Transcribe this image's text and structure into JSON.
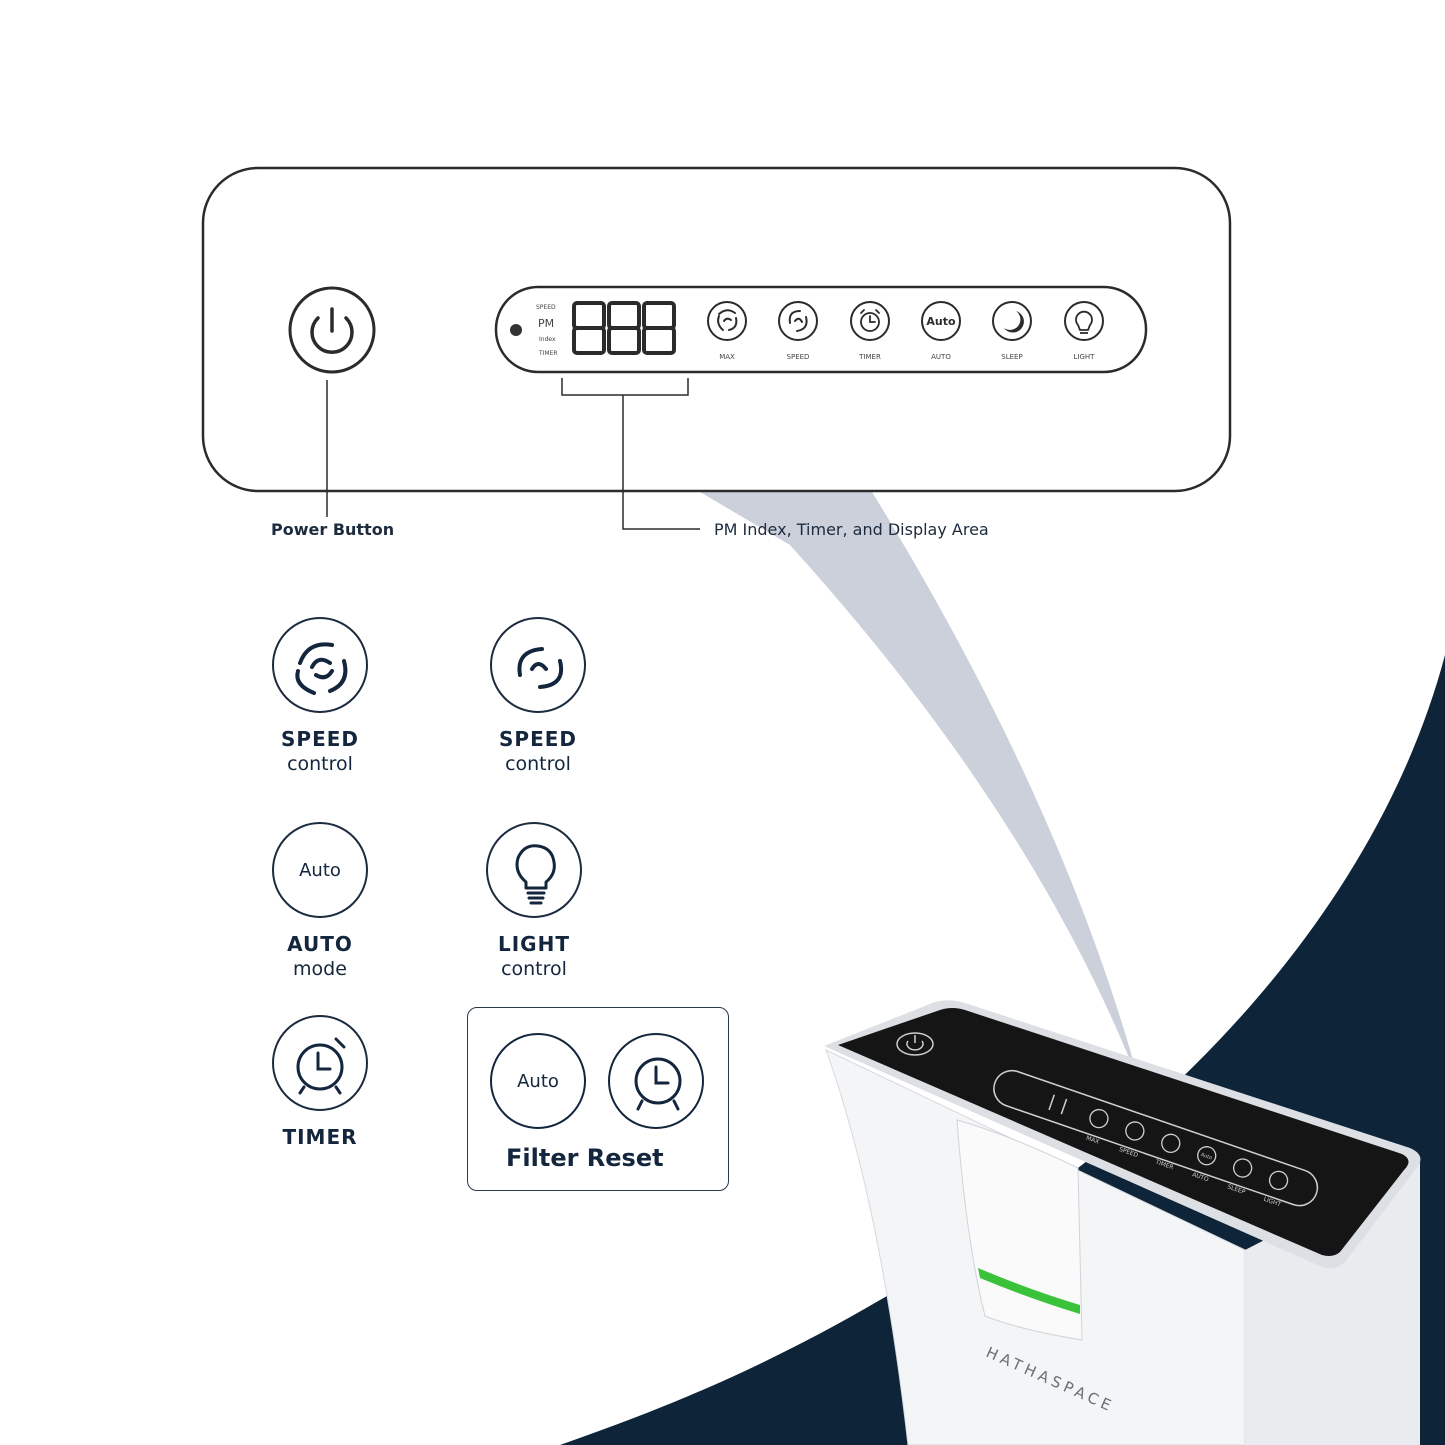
{
  "panel": {
    "indicator_labels": [
      "SPEED",
      "PM",
      "Index",
      "TIMER"
    ],
    "display_digits": "888",
    "buttons": [
      {
        "label": "MAX",
        "icon": "fan-max-icon"
      },
      {
        "label": "SPEED",
        "icon": "fan-speed-icon"
      },
      {
        "label": "TIMER",
        "icon": "alarm-clock-icon"
      },
      {
        "label": "AUTO",
        "icon": "auto-icon",
        "icon_text": "Auto"
      },
      {
        "label": "SLEEP",
        "icon": "moon-icon"
      },
      {
        "label": "LIGHT",
        "icon": "bulb-icon"
      }
    ]
  },
  "callouts": {
    "power": "Power Button",
    "display": "PM Index, Timer, and Display Area"
  },
  "features": [
    {
      "title": "SPEED",
      "subtitle": "control",
      "icon": "fan-max-icon"
    },
    {
      "title": "SPEED",
      "subtitle": "control",
      "icon": "fan-speed-icon"
    },
    {
      "title": "AUTO",
      "subtitle": "mode",
      "icon": "auto-icon",
      "icon_text": "Auto"
    },
    {
      "title": "LIGHT",
      "subtitle": "control",
      "icon": "bulb-icon"
    },
    {
      "title": "TIMER",
      "subtitle": "",
      "icon": "alarm-clock-icon"
    }
  ],
  "filter_reset": {
    "label": "Filter Reset",
    "auto_text": "Auto",
    "icons": [
      "auto-icon",
      "alarm-clock-icon"
    ]
  },
  "product": {
    "brand": "HATHASPACE",
    "top_labels": [
      "MAX",
      "SPEED",
      "TIMER",
      "AUTO",
      "SLEEP",
      "LIGHT"
    ],
    "auto_text": "Auto"
  },
  "colors": {
    "navy": "#0e2438",
    "ink": "#1c2b3e",
    "beam": "#c8ced8",
    "green_ring": "#3bc23b"
  }
}
